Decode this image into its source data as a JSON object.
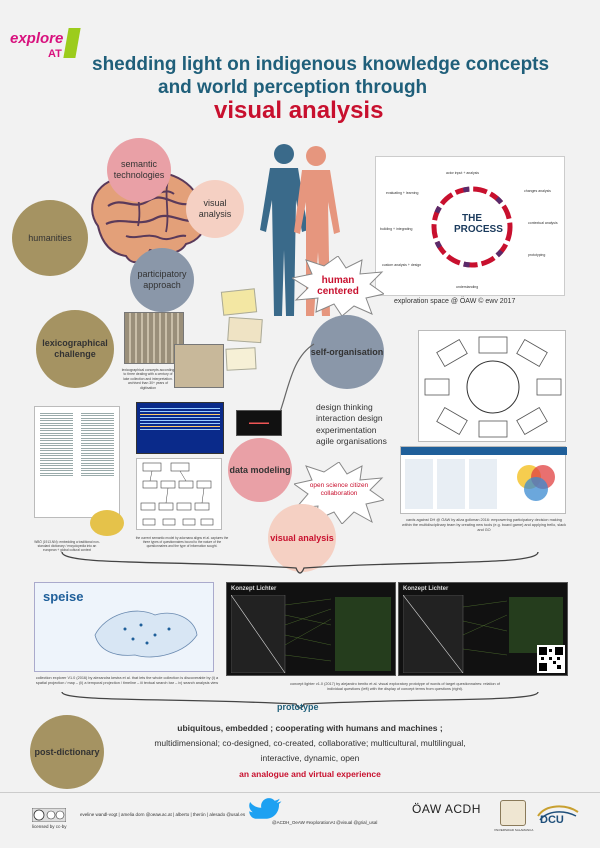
{
  "logo": {
    "explore": "explore",
    "at": "AT"
  },
  "title": {
    "line1": "shedding light on indigenous knowledge concepts",
    "line2": "and world perception through",
    "line3": "visual analysis"
  },
  "circles": {
    "semantic": "semantic technologies",
    "humanities": "humanities",
    "visual": "visual analysis",
    "participatory": "participatory approach",
    "lexicographical": "lexicographical challenge",
    "selforg": "self-organisation",
    "datamodeling": "data modeling",
    "visualanalysis2": "visual analysis",
    "postdictionary": "post-dictionary"
  },
  "process": {
    "title": "THE PROCESS",
    "labels": [
      "actor input + analysis",
      "changes analysis",
      "contextual analysis",
      "prototyping",
      "understanding",
      "custom analysis + design",
      "building + integrating",
      "evaluating + learning"
    ]
  },
  "human_centered": "human centered",
  "exploration_caption": "exploration space @ ÖAW © ewv 2017",
  "lexico_caption": "lexicographical concepts according to three dealing with a century of lake collection and interpretation. archived than 30+ years of digitisation",
  "design_list": [
    "design thinking",
    "interaction design",
    "experimentation",
    "agile organisations"
  ],
  "open_science": "open science citizen collaboration",
  "cards_caption": "cards against DH @ ÖAW by aliza golkman 2016: empowering participatory decision making within the multidisciplinary team by creating new tools (e.g. board game) and applying trello, slack and GO",
  "wbo_caption": "WBÖ (1913-NN): embedding a traditional non-standard dictionary / encyclopedia into an european + global cultural context",
  "model_caption": "the current semantic model by adornana aligns et al. captures the three types of questionnaires bound to the nature of the questionnaires and the type of information sought.",
  "visual_analysis_label": "visual analysis",
  "speise": "speise",
  "konzept1": "Konzept Lichter",
  "konzept2": "Konzept Lichter",
  "speise_caption": "collection explorer V1.0 (2016) by alexandra kestra et al. that lets the whole collection is discoverable by (i) a spatial projection / map – (ii) a temporal projection / timeline – iii textual search bar – iv) search analysis view",
  "konzept_caption": "concept lighter v1.0 (2017) by alejandro benito et al. visual exploratory prototype of words of target questionnaires: relation of individual questions (left) with the display of concept terms from questions (right).",
  "prototype_label": "prototype",
  "bottom": {
    "line1": "ubiquitous, embedded ; cooperating with humans and machines ;",
    "line2": "multidimensional; co-designed, co-created, collaborative; multicultural, multilingual,",
    "line3": "interactive, dynamic, open",
    "line4": "an analogue and virtual experience"
  },
  "footer": {
    "names": "eveline wandl-vogt | amelia dorn @oeaw.ac.at | alberto | therón | alesado @usal.es",
    "twitter": "@ACDH_OeAW #explorationAt @visual @grial_usal",
    "cc": "licensed by cc-by",
    "oeaw": "ÖAW ACDH",
    "dcu": "DCU",
    "usal": "VNiVERSiDAD SALAMANCA"
  },
  "colors": {
    "title_blue": "#1f5f7a",
    "accent_red": "#c8102e",
    "magenta": "#d8127e",
    "olive": "#a59362",
    "pink": "#e9a0a6",
    "grey_blue": "#8a97a9",
    "peach": "#f5d0c3"
  },
  "icons": [
    "brain-icon",
    "human-figures-icon",
    "twitter-bird-icon",
    "qr-code-icon",
    "cc-license-icon"
  ]
}
